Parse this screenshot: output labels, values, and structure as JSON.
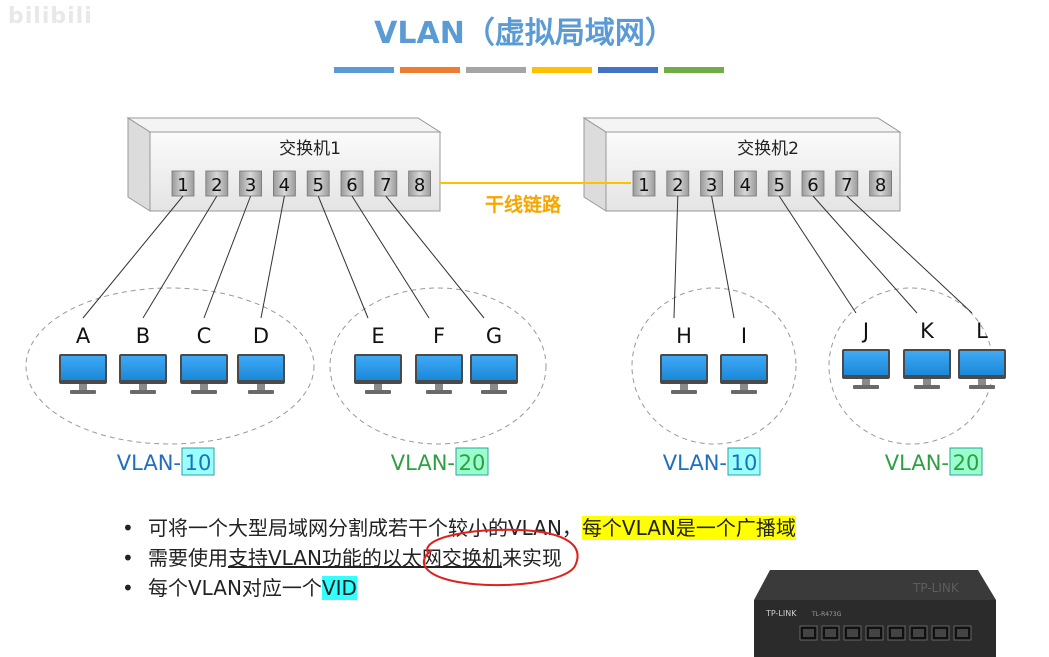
{
  "watermark": "bilibili",
  "title": "VLAN（虚拟局域网）",
  "title_bar_colors": [
    "#5b9bd5",
    "#ed7d31",
    "#a5a5a5",
    "#ffc000",
    "#4472c4",
    "#70ad47"
  ],
  "switches": [
    {
      "label": "交换机1",
      "ports": [
        "1",
        "2",
        "3",
        "4",
        "5",
        "6",
        "7",
        "8"
      ]
    },
    {
      "label": "交换机2",
      "ports": [
        "1",
        "2",
        "3",
        "4",
        "5",
        "6",
        "7",
        "8"
      ]
    }
  ],
  "trunk_label": "干线链路",
  "trunk_color": "#ffc000",
  "hosts": [
    "A",
    "B",
    "C",
    "D",
    "E",
    "F",
    "G",
    "H",
    "I",
    "J",
    "K",
    "L"
  ],
  "vlan_labels": [
    {
      "prefix": "VLAN-",
      "id": "10",
      "color": "#1f6fbf",
      "id_bg": "#99ffff"
    },
    {
      "prefix": "VLAN-",
      "id": "20",
      "color": "#2ea043",
      "id_bg": "#99ffcc"
    },
    {
      "prefix": "VLAN-",
      "id": "10",
      "color": "#1f6fbf",
      "id_bg": "#99ffff"
    },
    {
      "prefix": "VLAN-",
      "id": "20",
      "color": "#2ea043",
      "id_bg": "#99ffcc"
    }
  ],
  "bullets": {
    "b1_text": "可将一个大型局域网分割成若干个较小的VLAN，",
    "b1_highlight": "每个VLAN是一个广播域",
    "b2_pre": "需要使用",
    "b2_underlined": "支持VLAN功能的以太网交换机",
    "b2_post": "来实现",
    "b3_text": "每个VLAN对应一个",
    "b3_highlight": "VID"
  },
  "router_brand": "TP-LINK",
  "router_model": "TL-R473G"
}
